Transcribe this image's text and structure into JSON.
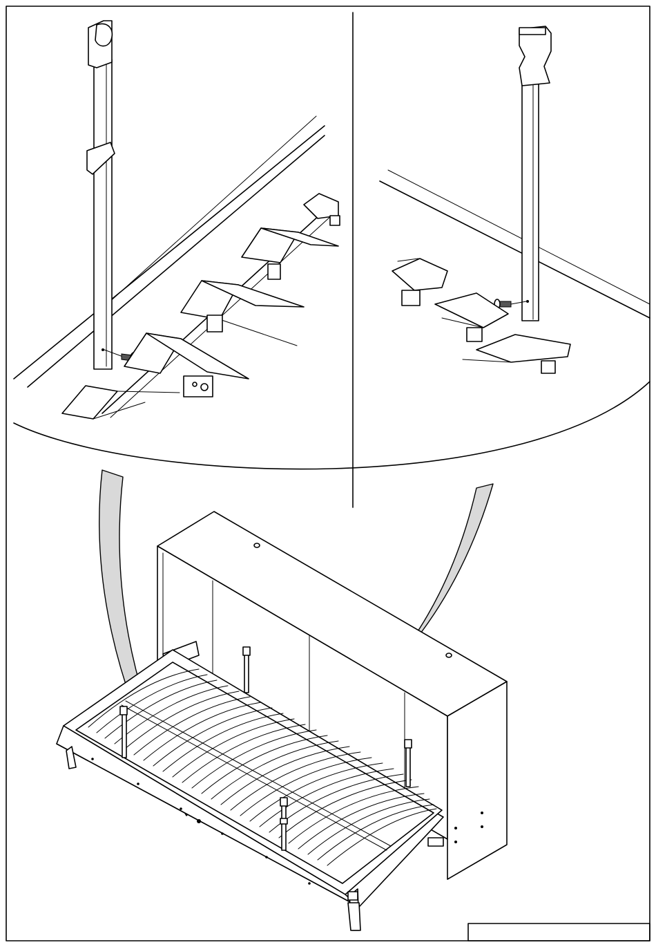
{
  "diagram": {
    "kind": "assembly-instruction",
    "page_footer_text": "",
    "views": [
      {
        "name": "detail-left",
        "icon": "strap-bracket-with-screw"
      },
      {
        "name": "detail-right",
        "icon": "strap-bracket-with-screw"
      },
      {
        "name": "overview",
        "icon": "wall-bed-cabinet-with-slatted-frame"
      }
    ],
    "colors": {
      "line": "#000000",
      "callout_fill": "#d9d9d9",
      "background": "#ffffff"
    }
  }
}
